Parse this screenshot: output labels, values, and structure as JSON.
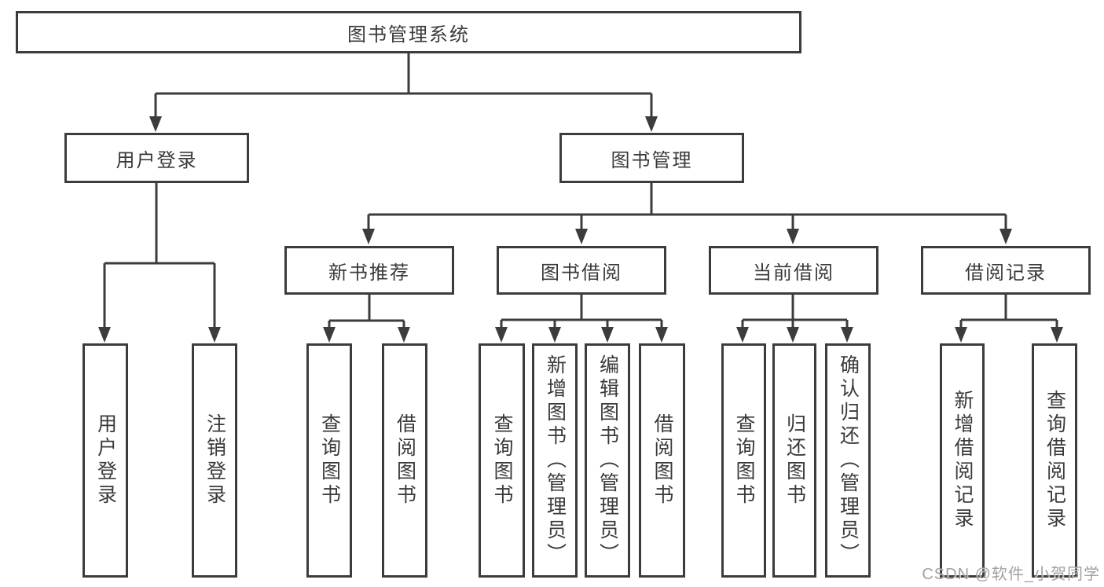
{
  "diagram": {
    "title": "图书管理系统",
    "type": "hierarchy-tree",
    "colors": {
      "line": "#3c3c3c",
      "box_border": "#3c3c3c",
      "text": "#3a3a3a",
      "background": "#ffffff",
      "watermark": "#9e9e9e"
    },
    "watermark": "CSDN @软件_小贺同学",
    "nodes": {
      "root": {
        "label": "图书管理系统"
      },
      "user_login": {
        "label": "用户登录"
      },
      "book_mgmt": {
        "label": "图书管理"
      },
      "new_book_rec": {
        "label": "新书推荐"
      },
      "book_borrow": {
        "label": "图书借阅"
      },
      "current_borrow": {
        "label": "当前借阅"
      },
      "borrow_record": {
        "label": "借阅记录"
      },
      "leaf_user_login": {
        "label": "用户登录"
      },
      "leaf_logout": {
        "label": "注销登录"
      },
      "leaf_query_book_a": {
        "label": "查询图书"
      },
      "leaf_borrow_book_a": {
        "label": "借阅图书"
      },
      "leaf_query_book_b": {
        "label": "查询图书"
      },
      "leaf_add_book": {
        "label": "新增图书（管理员）"
      },
      "leaf_edit_book": {
        "label": "编辑图书（管理员）"
      },
      "leaf_borrow_book_b": {
        "label": "借阅图书"
      },
      "leaf_query_book_c": {
        "label": "查询图书"
      },
      "leaf_return_book": {
        "label": "归还图书"
      },
      "leaf_confirm_return": {
        "label": "确认归还（管理员）"
      },
      "leaf_add_record": {
        "label": "新增借阅记录"
      },
      "leaf_query_record": {
        "label": "查询借阅记录"
      }
    },
    "hierarchy": {
      "图书管理系统": {
        "用户登录": [
          "用户登录",
          "注销登录"
        ],
        "图书管理": {
          "新书推荐": [
            "查询图书",
            "借阅图书"
          ],
          "图书借阅": [
            "查询图书",
            "新增图书（管理员）",
            "编辑图书（管理员）",
            "借阅图书"
          ],
          "当前借阅": [
            "查询图书",
            "归还图书",
            "确认归还（管理员）"
          ],
          "借阅记录": [
            "新增借阅记录",
            "查询借阅记录"
          ]
        }
      }
    }
  }
}
